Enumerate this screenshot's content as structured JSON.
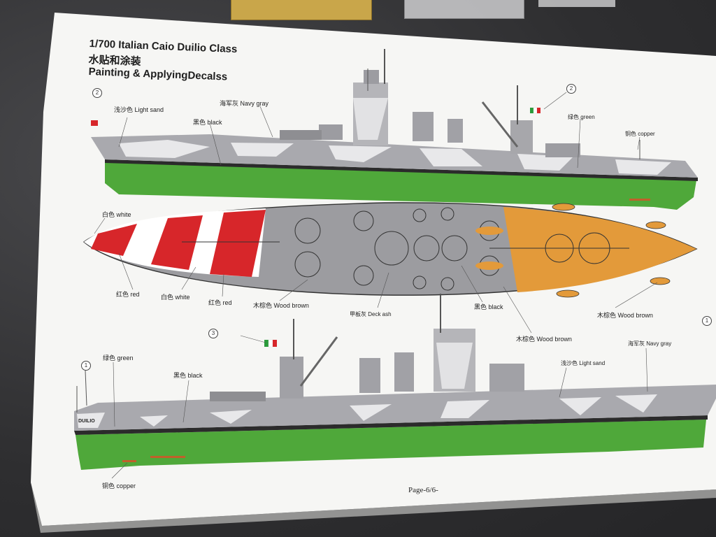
{
  "header": {
    "title_line1": "1/700 Italian Caio Duilio Class",
    "title_line2": "水贴和涂装",
    "title_line3": "Painting & ApplyingDecalss"
  },
  "labels": {
    "light_sand_top": "浅沙色 Light sand",
    "navy_gray_top": "海军灰 Navy gray",
    "black_top": "黑色 black",
    "green_top": "绿色 green",
    "copper_top": "铜色 copper",
    "white_left": "白色 white",
    "red_left": "红色 red",
    "white_mid": "白色 white",
    "red_mid": "红色 red",
    "wood_brown_mid": "木棕色 Wood brown",
    "deck_ash": "甲板灰 Deck ash",
    "black_mid": "黑色 black",
    "wood_brown_center": "木棕色 Wood brown",
    "wood_brown_right": "木棕色 Wood brown",
    "green_bottom": "绿色 green",
    "black_bottom": "黑色 black",
    "light_sand_bottom": "浅沙色 Light sand",
    "navy_gray_bottom": "海军灰 Navy gray",
    "copper_bottom": "铜色 copper",
    "hull_name": "DUILIO"
  },
  "callouts": {
    "c2a": "2",
    "c2b": "2",
    "c1a": "1",
    "c3": "3",
    "c1b": "1"
  },
  "footer": {
    "page": "Page-6/6-"
  },
  "colors": {
    "hull_green": "#4fa83a",
    "camo_gray": "#a9a9ae",
    "camo_light": "#e8e8ea",
    "deck_gray": "#9c9ca0",
    "wood_brown": "#e39a3a",
    "red": "#d7262a",
    "white": "#ffffff",
    "background": "#38383a"
  }
}
